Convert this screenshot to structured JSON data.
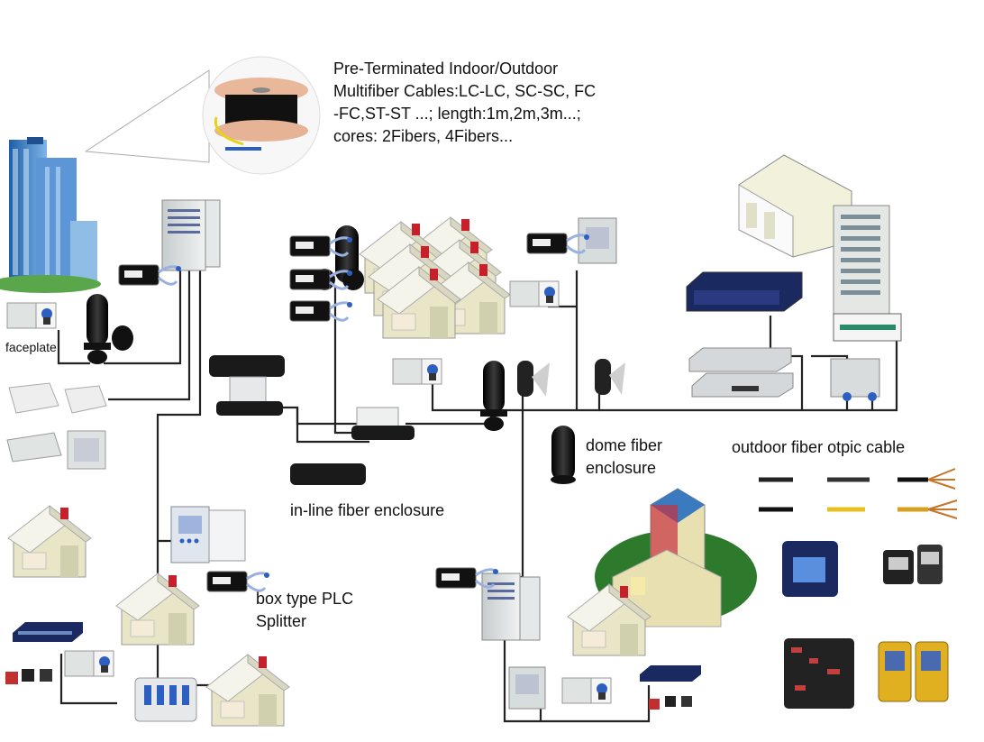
{
  "labels": {
    "cables_note": [
      "Pre-Terminated Indoor/Outdoor",
      "Multifiber Cables:LC-LC, SC-SC, FC",
      "-FC,ST-ST ...; length:1m,2m,3m...;",
      "cores: 2Fibers, 4Fibers..."
    ],
    "faceplate": "faceplate",
    "dome_enclosure": [
      "dome fiber",
      "enclosure"
    ],
    "outdoor_cable": "outdoor fiber otpic cable",
    "inline_enclosure": "in-line fiber enclosure",
    "plc_splitter": [
      "box type PLC",
      "Splitter"
    ]
  },
  "colors": {
    "line": "#222222",
    "enclosure_black": "#1a1a1a",
    "cabinet_grey": "#d8dcdc",
    "house_wall": "#e9e6c8",
    "house_roof": "#f2f2e4",
    "house_chimney": "#c8202a",
    "building_blue": "#3c7ac0",
    "grass": "#2d7a2d",
    "tool_case": "#222222",
    "meter_yellow": "#e0b020"
  },
  "icons": [
    "office-building-icon",
    "cable-reel-icon",
    "outdoor-cabinet-icon",
    "dome-enclosure-icon",
    "inline-enclosure-icon",
    "house-icon",
    "plc-splitter-box-icon",
    "faceplate-icon",
    "patch-cord-icon",
    "rack-server-icon",
    "odf-rack-icon",
    "olt-device-icon",
    "network-switch-icon",
    "fusion-splicer-icon",
    "otdr-icon",
    "tool-kit-icon",
    "cable-sample-icon",
    "campus-building-icon"
  ]
}
